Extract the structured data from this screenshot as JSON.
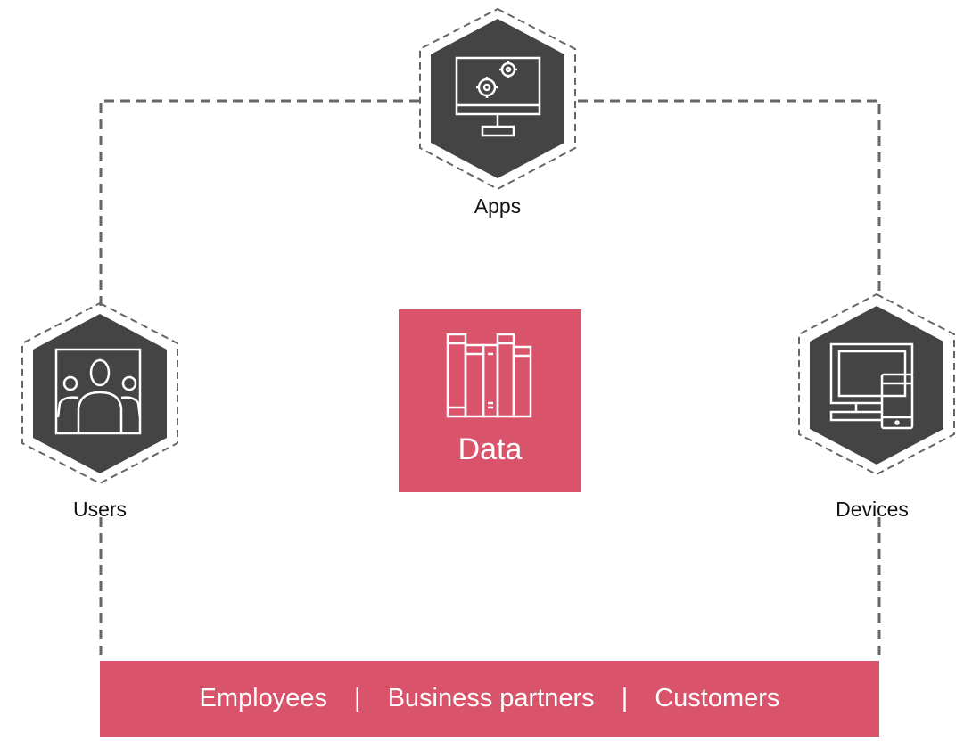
{
  "diagram": {
    "nodes": {
      "apps": {
        "label": "Apps",
        "icon": "monitor-gears-icon"
      },
      "users": {
        "label": "Users",
        "icon": "users-group-icon"
      },
      "devices": {
        "label": "Devices",
        "icon": "computer-phone-icon"
      }
    },
    "center": {
      "label": "Data",
      "icon": "books-icon"
    },
    "audience": {
      "items": [
        "Employees",
        "Business partners",
        "Customers"
      ],
      "separator": "|"
    },
    "colors": {
      "accent": "#d9536b",
      "hexagon_fill": "#444444",
      "connector": "#666666",
      "icon_stroke": "#ffffff"
    }
  }
}
